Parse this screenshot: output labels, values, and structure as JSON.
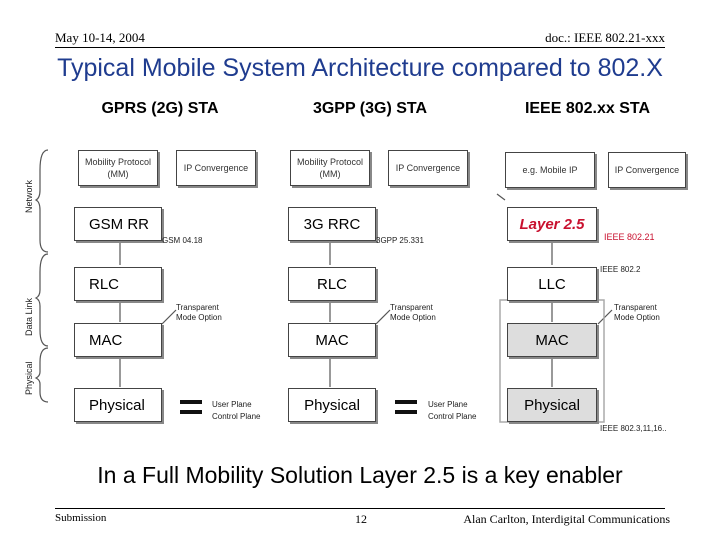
{
  "header": {
    "date": "May 10-14, 2004",
    "doc": "doc.: IEEE 802.21-xxx"
  },
  "title": "Typical Mobile System Architecture compared to 802.X",
  "columns": {
    "gprs": "GPRS (2G) STA",
    "umts": "3GPP (3G) STA",
    "ieee": "IEEE 802.xx STA"
  },
  "side_labels": {
    "network": "Network",
    "datalink": "Data Link",
    "physical": "Physical"
  },
  "gprs": {
    "mobility": "Mobility Protocol (MM)",
    "ip_conv": "IP Convergence",
    "rr": "GSM RR",
    "rr_note": "GSM 04.18",
    "rlc": "RLC",
    "mac": "MAC",
    "phy": "Physical",
    "transparent": "Transparent Mode Option"
  },
  "umts": {
    "mobility": "Mobility Protocol (MM)",
    "ip_conv": "IP Convergence",
    "rrc": "3G RRC",
    "rrc_note": "3GPP 25.331",
    "rlc": "RLC",
    "mac": "MAC",
    "phy": "Physical",
    "transparent": "Transparent Mode Option"
  },
  "ieee": {
    "mobile_ip": "e.g. Mobile IP",
    "ip_conv": "IP Convergence",
    "layer25": "Layer 2.5",
    "layer25_note": "IEEE 802.21",
    "llc_note": "IEEE 802.2",
    "llc": "LLC",
    "transparent": "Transparent Mode Option",
    "mac": "MAC",
    "phy": "Physical",
    "phy_note": "IEEE 802.3,11,16.."
  },
  "legend": {
    "user_plane": "User Plane",
    "control_plane": "Control Plane"
  },
  "bottom_text": "In a Full Mobility Solution Layer 2.5 is a key enabler",
  "footer": {
    "left": "Submission",
    "page": "12",
    "author": "Alan Carlton, Interdigital Communications"
  },
  "colors": {
    "title": "#1f3c8f",
    "layer25": "#c8102e",
    "note_blue": "#1f3c8f"
  }
}
